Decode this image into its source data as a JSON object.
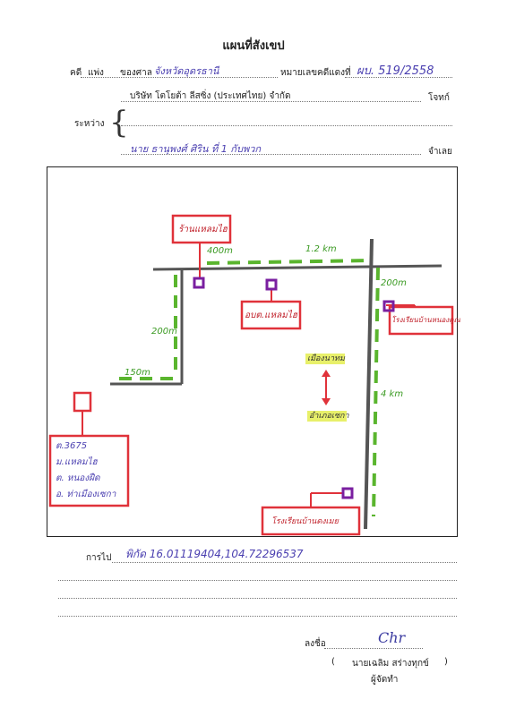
{
  "title": "แผนที่สังเขป",
  "header": {
    "case_label": "คดี",
    "case_type": "แพ่ง",
    "court_label": "ของศาล",
    "court_name": "จังหวัดอุดรธานี",
    "black_no_label": "หมายเลขคดีแดงที่",
    "black_no_value": "ผบ. 519/2558"
  },
  "parties": {
    "between_label": "ระหว่าง",
    "plaintiff": "บริษัท โตโยต้า ลีสซิ่ง (ประเทศไทย) จำกัด",
    "plaintiff_role": "โจทก์",
    "defendant": "นาย ธานุพงศ์ ศิริน ที่ 1 กับพวก",
    "defendant_role": "จำเลย"
  },
  "map": {
    "labels": {
      "top_box": "ร้านแหลมไฮ",
      "mid_box": "อบต.แหลมไฮ",
      "right_box": "โรงเรียนบ้านหนองคูณ",
      "bottom_box": "โรงเรียนบ้านดงเมย",
      "dist_400m": "400m",
      "dist_12km": "1.2 km",
      "dist_200m_left": "200m",
      "dist_150m": "150m",
      "dist_200m_right": "200m",
      "dist_4km": "4 km",
      "dir_north": "เมืองนาทม",
      "dir_south": "อำเภอเซกา",
      "house_line1": "ต.3675",
      "house_line2": "ม.แหลมไฮ",
      "house_line3": "ต. หนองฝืด",
      "house_line4": "อ. ท่าเมืองเซกา"
    },
    "colors": {
      "road": "#555555",
      "route": "#5ab52e",
      "box": "#e0323a",
      "marker": "#7a1fa0",
      "highlight": "#e8f06a"
    }
  },
  "footer": {
    "directions_label": "การไป",
    "directions_value": "พิกัด 16.01119404,104.72296537",
    "sign_label": "ลงชื่อ",
    "signature": "Chr",
    "name_open": "(",
    "name": "นายเฉลิม สร่างทุกข์",
    "name_close": ")",
    "role": "ผู้จัดทำ"
  }
}
